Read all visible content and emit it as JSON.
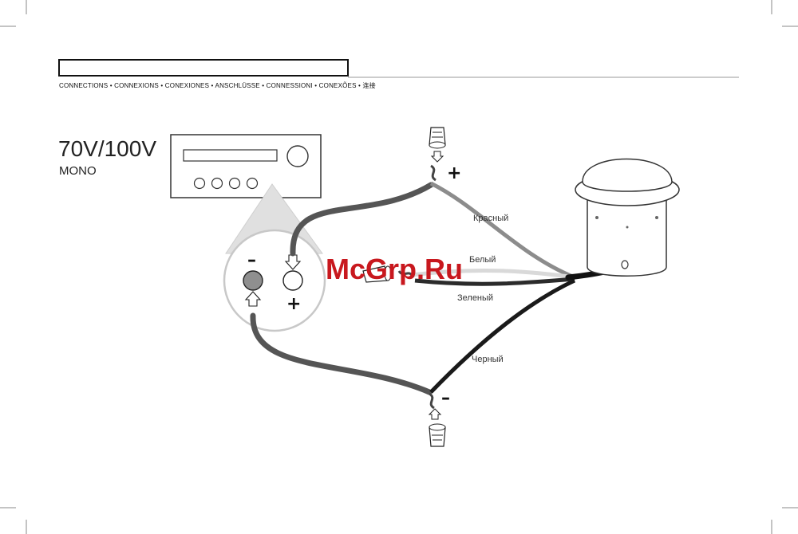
{
  "header": {
    "breadcrumb": "CONNECTIONS • CONNEXIONS • CONEXIONES • ANSCHLÜSSE • CONNESSIONI • CONEXÕES • 连接"
  },
  "diagram": {
    "title": "70V/100V",
    "subtitle": "MONO",
    "terminal_minus": "–",
    "terminal_plus": "+",
    "wire_plus_sign": "+",
    "wire_minus_sign": "–",
    "wire_labels": {
      "red": "Красный",
      "white": "Белый",
      "green": "Зеленый",
      "black": "Черный"
    },
    "watermark": "McGrp.Ru"
  },
  "colors": {
    "red_wire": "#8c8c8c",
    "white_wire": "#d9d9d9",
    "green_wire": "#2b2b2b",
    "black_wire": "#1a1a1a",
    "amp_wire": "#555555",
    "watermark": "#c8181e"
  }
}
